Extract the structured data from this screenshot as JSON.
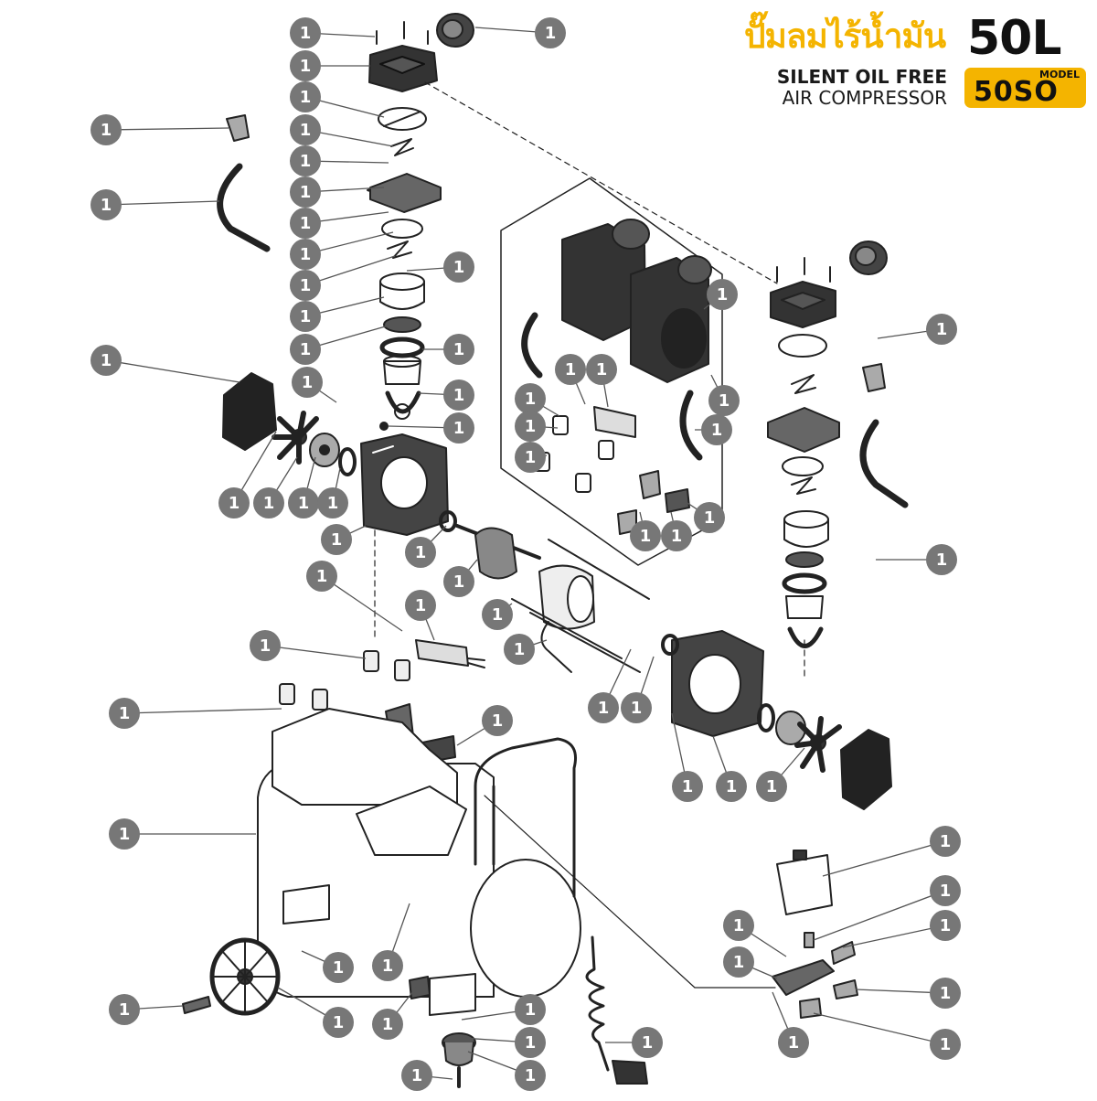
{
  "brand": {
    "title_thai": "ปั๊มลมไร้น้ำมัน",
    "line1": "SILENT OIL FREE",
    "line2": "AIR COMPRESSOR",
    "capacity": "50L",
    "model_caption": "MODEL",
    "model_code": "50SO",
    "accent_color": "#f4b400"
  },
  "callouts": {
    "label": "1",
    "count": 78,
    "badge_color": "#777777"
  }
}
